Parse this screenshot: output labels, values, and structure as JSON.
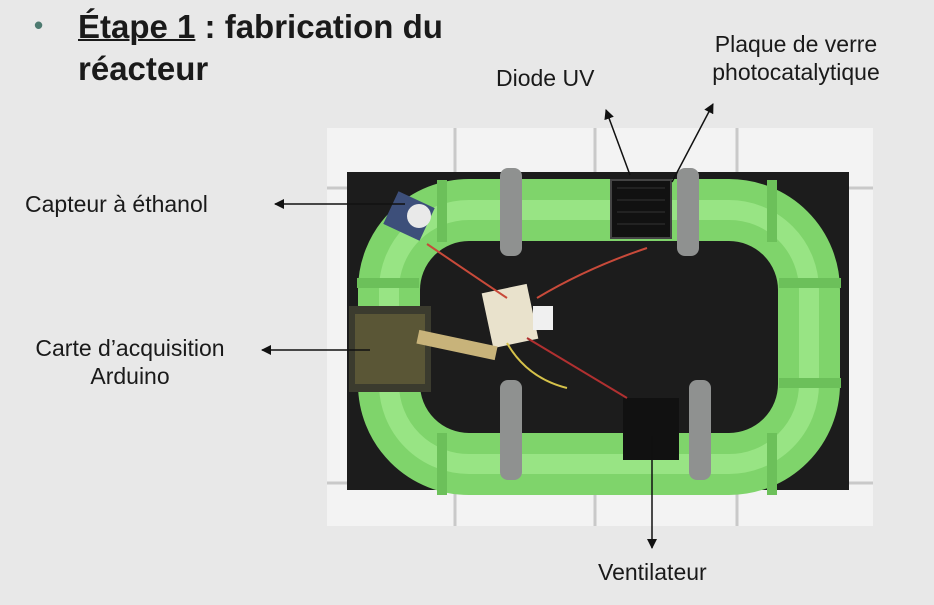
{
  "slide": {
    "bullet": "•",
    "title_step": "Étape 1",
    "title_rest": " : fabrication du",
    "title_line2": "réacteur"
  },
  "labels": {
    "diode": "Diode UV",
    "glass_line1": "Plaque de verre",
    "glass_line2": "photocatalytique",
    "sensor": "Capteur à éthanol",
    "board_line1": "Carte d’acquisition",
    "board_line2": "Arduino",
    "fan": "Ventilateur"
  },
  "colors": {
    "background": "#e8e8e8",
    "bullet": "#4d7a70",
    "tube": "#8fe07a",
    "board": "#1c1c1c",
    "tiles": "#f4f4f4"
  }
}
